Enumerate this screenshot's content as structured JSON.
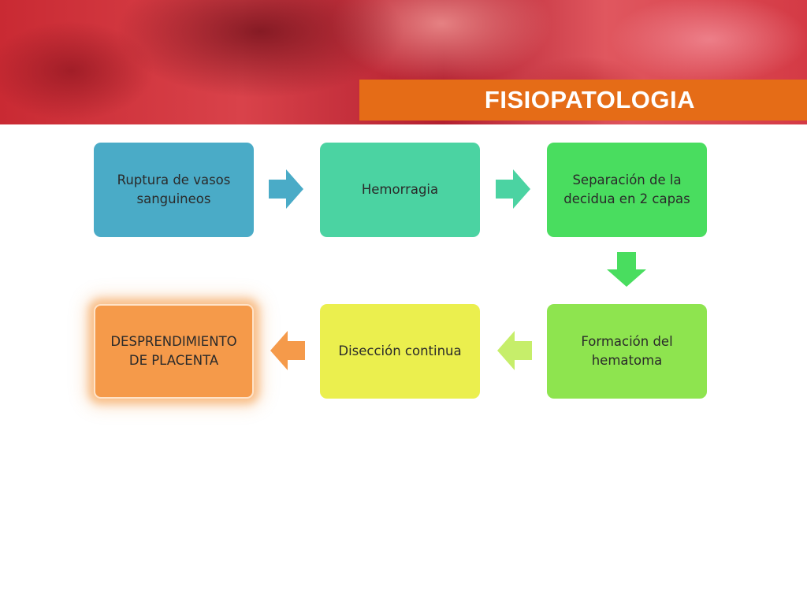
{
  "slide": {
    "title": "FISIOPATOLOGIA"
  },
  "diagram": {
    "nodes": [
      {
        "id": "ruptura",
        "label": "Ruptura de vasos sanguineos",
        "color": "#4aabc7"
      },
      {
        "id": "hemorragia",
        "label": "Hemorragia",
        "color": "#4bd3a2"
      },
      {
        "id": "separacion",
        "label": "Separación de la decidua en 2 capas",
        "color": "#49dd5f"
      },
      {
        "id": "formacion",
        "label": "Formación del hematoma",
        "color": "#8ee44f"
      },
      {
        "id": "diseccion",
        "label": "Disección continua",
        "color": "#ebef4e"
      },
      {
        "id": "desprendimiento",
        "label": "DESPRENDIMIENTO DE PLACENTA",
        "color": "#f59a4a"
      }
    ],
    "edges": [
      {
        "from": "ruptura",
        "to": "hemorragia",
        "color": "#4aabc7"
      },
      {
        "from": "hemorragia",
        "to": "separacion",
        "color": "#4bd3a2"
      },
      {
        "from": "separacion",
        "to": "formacion",
        "color": "#49dd5f"
      },
      {
        "from": "formacion",
        "to": "diseccion",
        "color": "#c6ee6a"
      },
      {
        "from": "diseccion",
        "to": "desprendimiento",
        "color": "#f59a4a"
      }
    ]
  }
}
